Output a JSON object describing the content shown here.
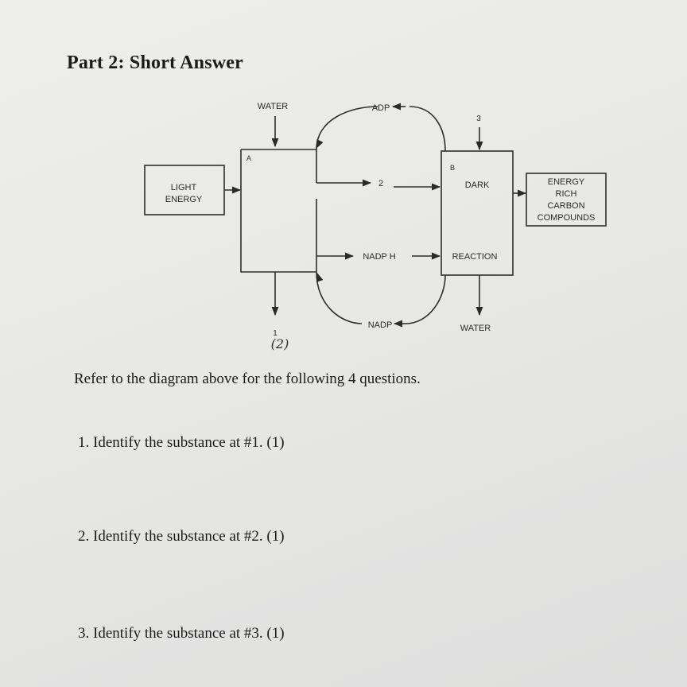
{
  "heading": "Part 2: Short Answer",
  "diagram": {
    "light_box": [
      "LIGHT",
      "ENERGY"
    ],
    "box_a_label": "A",
    "box_b_label": "B",
    "water_top": "WATER",
    "water_bottom": "WATER",
    "adp": "ADP",
    "nadp": "NADP",
    "nadph": "NADP H",
    "dark": "DARK",
    "reaction": "REACTION",
    "num1": "1",
    "num2": "2",
    "num3": "3",
    "output_box": [
      "ENERGY",
      "RICH",
      "CARBON",
      "COMPOUNDS"
    ],
    "handwriting": "(2)"
  },
  "intro": "Refer to the diagram above for the following 4 questions.",
  "questions": [
    "1. Identify the substance at #1. (1)",
    "2. Identify the substance at #2. (1)",
    "3. Identify the substance at #3. (1)"
  ]
}
